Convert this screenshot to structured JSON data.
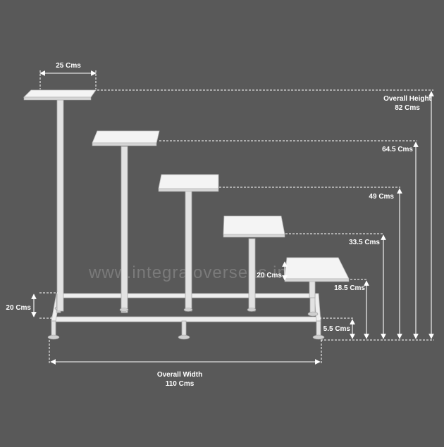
{
  "colors": {
    "background": "#595959",
    "annotation": "#ffffff",
    "stand": "#eeeeee",
    "watermark": "#7a7a7a"
  },
  "watermark": "www.integraloverseas.in",
  "dimensions": {
    "top_width": "25 Cms",
    "overall_height_title": "Overall Height",
    "overall_height_value": "82 Cms",
    "tier2_height": "64.5 Cms",
    "tier3_height": "49 Cms",
    "tier4_height": "33.5 Cms",
    "small_top": "20 Cms",
    "tier5_height": "18.5 Cms",
    "base_frame_height": "20 Cms",
    "leg_height": "5.5 Cms",
    "overall_width_title": "Overall Width",
    "overall_width_value": "110 Cms"
  }
}
